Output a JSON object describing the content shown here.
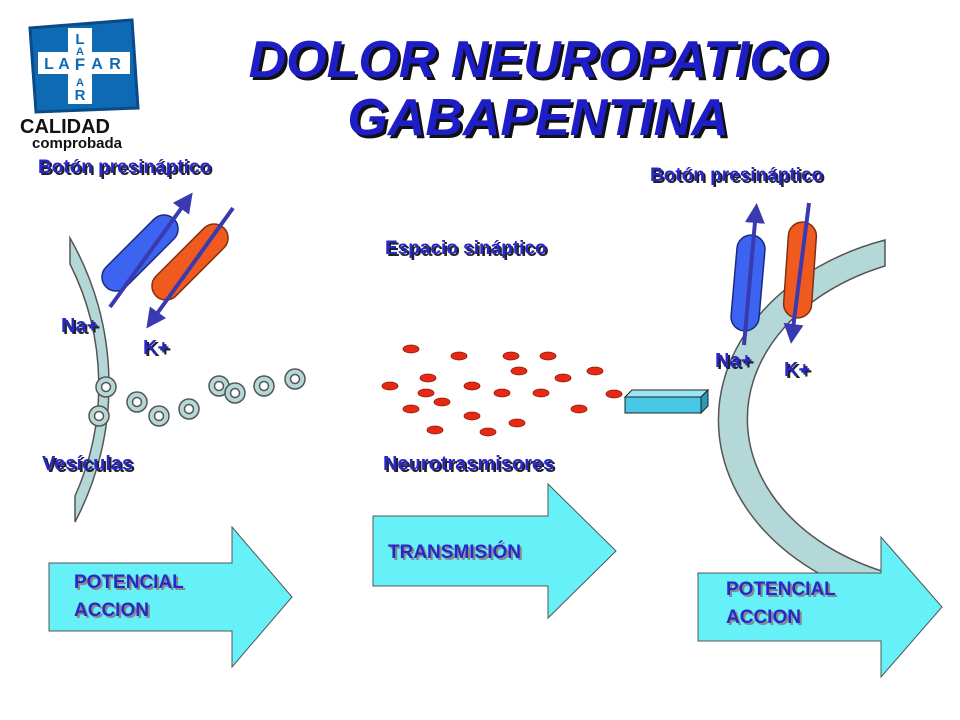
{
  "title": {
    "line1": "DOLOR NEUROPATICO",
    "line2": "GABAPENTINA"
  },
  "logo": {
    "letters_vertical": [
      "L",
      "A",
      "F",
      "A",
      "R"
    ],
    "letters_horizontal": [
      "L",
      "A",
      "F",
      "A",
      "R"
    ],
    "tagline_line1": "CALIDAD",
    "tagline_line2": "comprobada"
  },
  "labels": {
    "left_button": "Botón presináptico",
    "right_button": "Botón presináptico",
    "synaptic_space": "Espacio sináptico",
    "left_na": "Na+",
    "left_k": "K+",
    "right_na": "Na+",
    "right_k": "K+",
    "vesicles": "Vesículas",
    "neurotransmitters": "Neurotrasmisores"
  },
  "arrows": {
    "left_line1": "POTENCIAL",
    "left_line2": "ACCION",
    "middle": "TRANSMISIÓN",
    "right_line1": "POTENCIAL",
    "right_line2": "ACCION"
  },
  "colors": {
    "title": "#1e1ec8",
    "label": "#2828c8",
    "membrane": "#b4d8d8",
    "arrow_fill": "#66f0f8",
    "na_channel": "#3c64f0",
    "k_channel": "#f05a1e",
    "neurotransmitter": "#e62814",
    "receptor": "#46c8e6",
    "logo_blue": "#0f6ab4"
  }
}
